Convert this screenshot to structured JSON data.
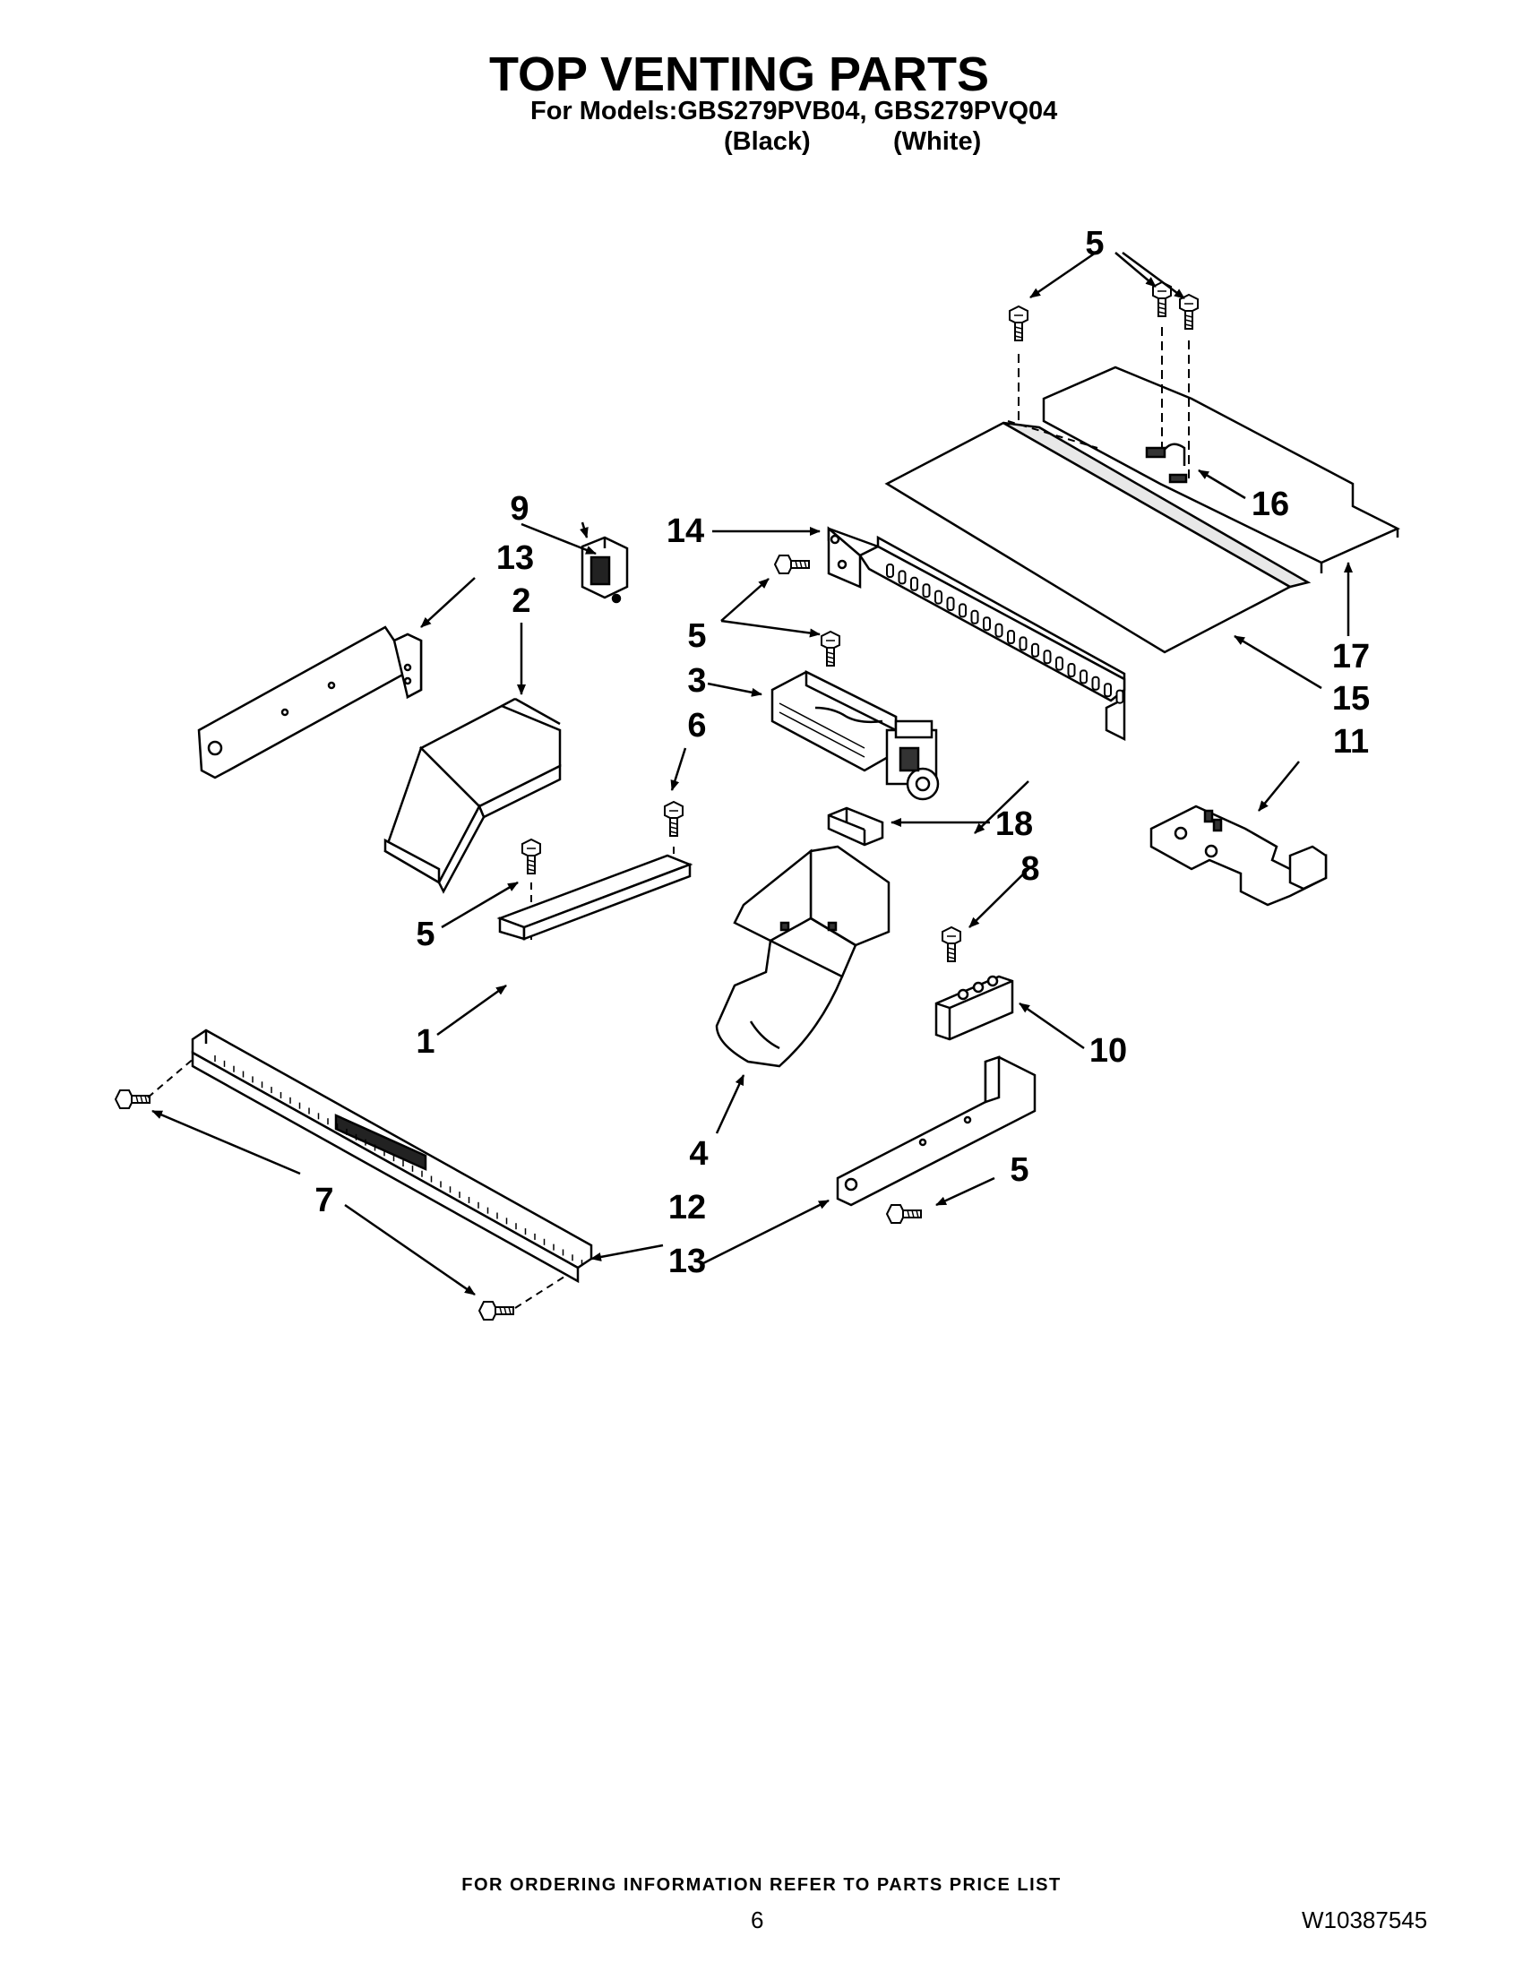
{
  "header": {
    "title": "TOP VENTING PARTS",
    "models_line": "For Models:GBS279PVB04, GBS279PVQ04",
    "variant_black": "(Black)",
    "variant_white": "(White)"
  },
  "callouts": {
    "c1": "1",
    "c2": "2",
    "c3": "3",
    "c4": "4",
    "c5a": "5",
    "c5b": "5",
    "c5c": "5",
    "c5d": "5",
    "c6": "6",
    "c7": "7",
    "c8": "8",
    "c9": "9",
    "c10": "10",
    "c11": "11",
    "c12": "12",
    "c13a": "13",
    "c13b": "13",
    "c14": "14",
    "c15": "15",
    "c16": "16",
    "c17": "17",
    "c18": "18"
  },
  "footer": {
    "ordering_note": "FOR ORDERING INFORMATION REFER TO PARTS PRICE LIST",
    "page_number": "6",
    "document_number": "W10387545"
  }
}
